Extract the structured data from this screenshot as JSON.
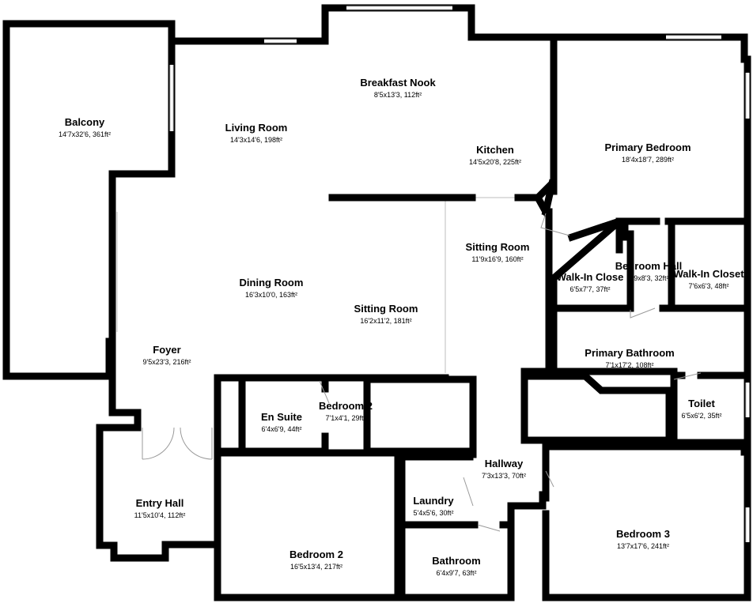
{
  "rooms": [
    {
      "id": "balcony",
      "name": "Balcony",
      "dims": "14'7x32'6, 361ft²"
    },
    {
      "id": "living-room",
      "name": "Living Room",
      "dims": "14'3x14'6, 198ft²"
    },
    {
      "id": "breakfast-nook",
      "name": "Breakfast Nook",
      "dims": "8'5x13'3, 112ft²"
    },
    {
      "id": "kitchen",
      "name": "Kitchen",
      "dims": "14'5x20'8, 225ft²"
    },
    {
      "id": "primary-bedroom",
      "name": "Primary Bedroom",
      "dims": "18'4x18'7, 289ft²"
    },
    {
      "id": "sitting-room-east",
      "name": "Sitting Room",
      "dims": "11'9x16'9, 160ft²"
    },
    {
      "id": "bedroom-hall",
      "name": "Bedroom Hall",
      "dims": "3'9x8'3, 32ft²"
    },
    {
      "id": "walk-in-closet-1",
      "name": "Walk-In Close",
      "dims": "6'5x7'7, 37ft²"
    },
    {
      "id": "walk-in-closet-2",
      "name": "Walk-In Closet",
      "dims": "7'6x6'3, 48ft²"
    },
    {
      "id": "dining-room",
      "name": "Dining Room",
      "dims": "16'3x10'0, 163ft²"
    },
    {
      "id": "sitting-room-central",
      "name": "Sitting Room",
      "dims": "16'2x11'2, 181ft²"
    },
    {
      "id": "foyer",
      "name": "Foyer",
      "dims": "9'5x23'3, 216ft²"
    },
    {
      "id": "primary-bathroom",
      "name": "Primary Bathroom",
      "dims": "7'1x17'2, 108ft²"
    },
    {
      "id": "en-suite",
      "name": "En Suite",
      "dims": "6'4x6'9, 44ft²"
    },
    {
      "id": "bedroom-2-closet",
      "name": "Bedroom 2",
      "dims": "7'1x4'1, 29ft²"
    },
    {
      "id": "toilet",
      "name": "Toilet",
      "dims": "6'5x6'2, 35ft²"
    },
    {
      "id": "hallway",
      "name": "Hallway",
      "dims": "7'3x13'3, 70ft²"
    },
    {
      "id": "laundry",
      "name": "Laundry",
      "dims": "5'4x5'6, 30ft²"
    },
    {
      "id": "entry-hall",
      "name": "Entry Hall",
      "dims": "11'5x10'4, 112ft²"
    },
    {
      "id": "bathroom",
      "name": "Bathroom",
      "dims": "6'4x9'7, 63ft²"
    },
    {
      "id": "bedroom-3",
      "name": "Bedroom 3",
      "dims": "13'7x17'6, 241ft²"
    },
    {
      "id": "bedroom-2",
      "name": "Bedroom 2",
      "dims": "16'5x13'4, 217ft²"
    }
  ]
}
